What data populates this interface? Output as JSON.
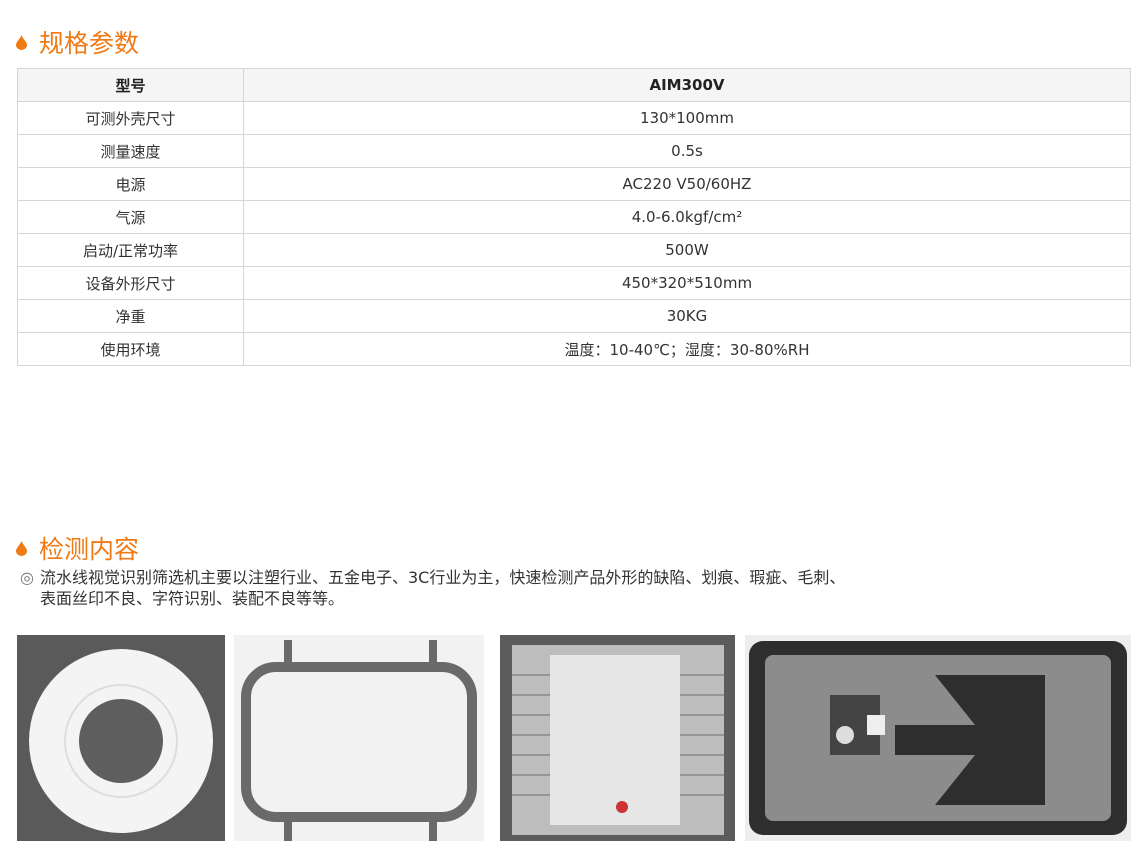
{
  "sections": {
    "specs_title": "规格参数",
    "detect_title": "检测内容"
  },
  "accent_color": "#f07a14",
  "specs": {
    "header": {
      "key": "型号",
      "value": "AIM300V"
    },
    "rows": [
      {
        "key": "可测外壳尺寸",
        "value": "130*100mm"
      },
      {
        "key": "测量速度",
        "value": "0.5s"
      },
      {
        "key": "电源",
        "value": "AC220 V50/60HZ"
      },
      {
        "key": "气源",
        "value": "4.0-6.0kgf/cm²"
      },
      {
        "key": "启动/正常功率",
        "value": "500W"
      },
      {
        "key": "设备外形尺寸",
        "value": "450*320*510mm"
      },
      {
        "key": "净重",
        "value": "30KG"
      },
      {
        "key": "使用环境",
        "value": "温度：10-40℃；湿度：30-80%RH"
      }
    ]
  },
  "detect": {
    "bullet": "◎",
    "line1": "流水线视觉识别筛选机主要以注塑行业、五金电子、3C行业为主，快速检测产品外形的缺陷、划痕、瑕疵、毛刺、",
    "line2": "表面丝印不良、字符识别、装配不良等等。"
  },
  "images": [
    "white-ring-washer",
    "rubber-gasket",
    "heatsink-label",
    "phone-housing"
  ]
}
